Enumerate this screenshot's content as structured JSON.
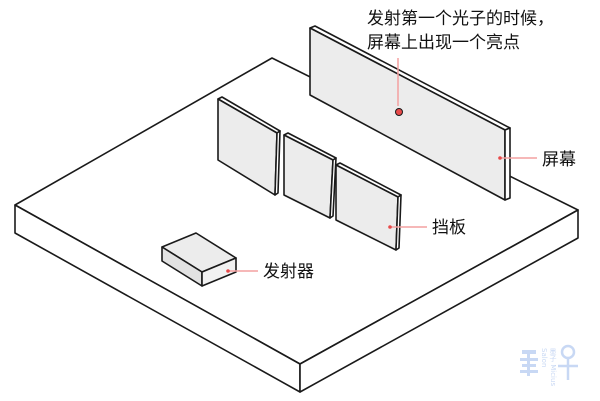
{
  "annotation": {
    "line1": "发射第一个光子的时候，",
    "line2": "屏幕上出现一个亮点"
  },
  "labels": {
    "screen": "屏幕",
    "baffle": "挡板",
    "emitter": "发射器"
  },
  "watermark": {
    "text": "墨子 Micius Salon"
  },
  "colors": {
    "marker": "#e84a4a",
    "leader": "#f4a0a0",
    "panel": "#ececec",
    "outline": "#1a1a1a"
  }
}
